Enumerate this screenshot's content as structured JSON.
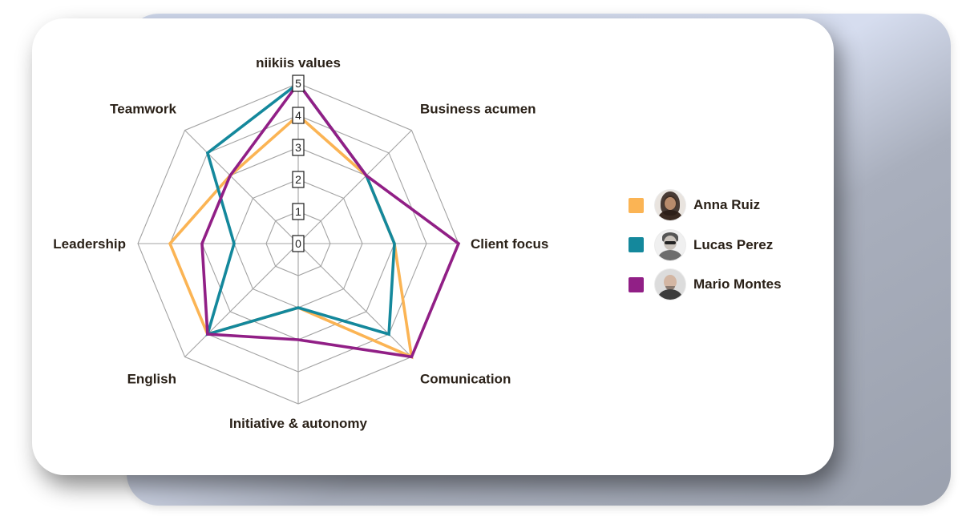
{
  "chart_data": {
    "type": "radar",
    "axes": [
      "niikiis values",
      "Business acumen",
      "Client focus",
      "Comunication",
      "Initiative & autonomy",
      "English",
      "Leadership",
      "Teamwork"
    ],
    "scale": {
      "min": 0,
      "max": 5,
      "ticks": [
        "0",
        "1",
        "2",
        "3",
        "4",
        "5"
      ]
    },
    "grid": true,
    "legend_position": "right",
    "series": [
      {
        "name": "Anna Ruiz",
        "color": "#fbb454",
        "avatar": "woman-avatar",
        "values": [
          4.0,
          3.0,
          3.0,
          5.0,
          2.0,
          4.0,
          4.0,
          3.0
        ]
      },
      {
        "name": "Lucas Perez",
        "color": "#14889c",
        "avatar": "man-glasses-avatar",
        "values": [
          5.0,
          3.0,
          3.0,
          4.0,
          2.0,
          4.0,
          2.0,
          4.0
        ]
      },
      {
        "name": "Mario Montes",
        "color": "#911f86",
        "avatar": "bald-man-avatar",
        "values": [
          5.0,
          3.0,
          5.0,
          5.0,
          3.0,
          4.0,
          3.0,
          3.0
        ]
      }
    ]
  },
  "colors": {
    "grid": "#a3a3a3",
    "label": "#2a2118",
    "back_card": "#d6ddef"
  }
}
